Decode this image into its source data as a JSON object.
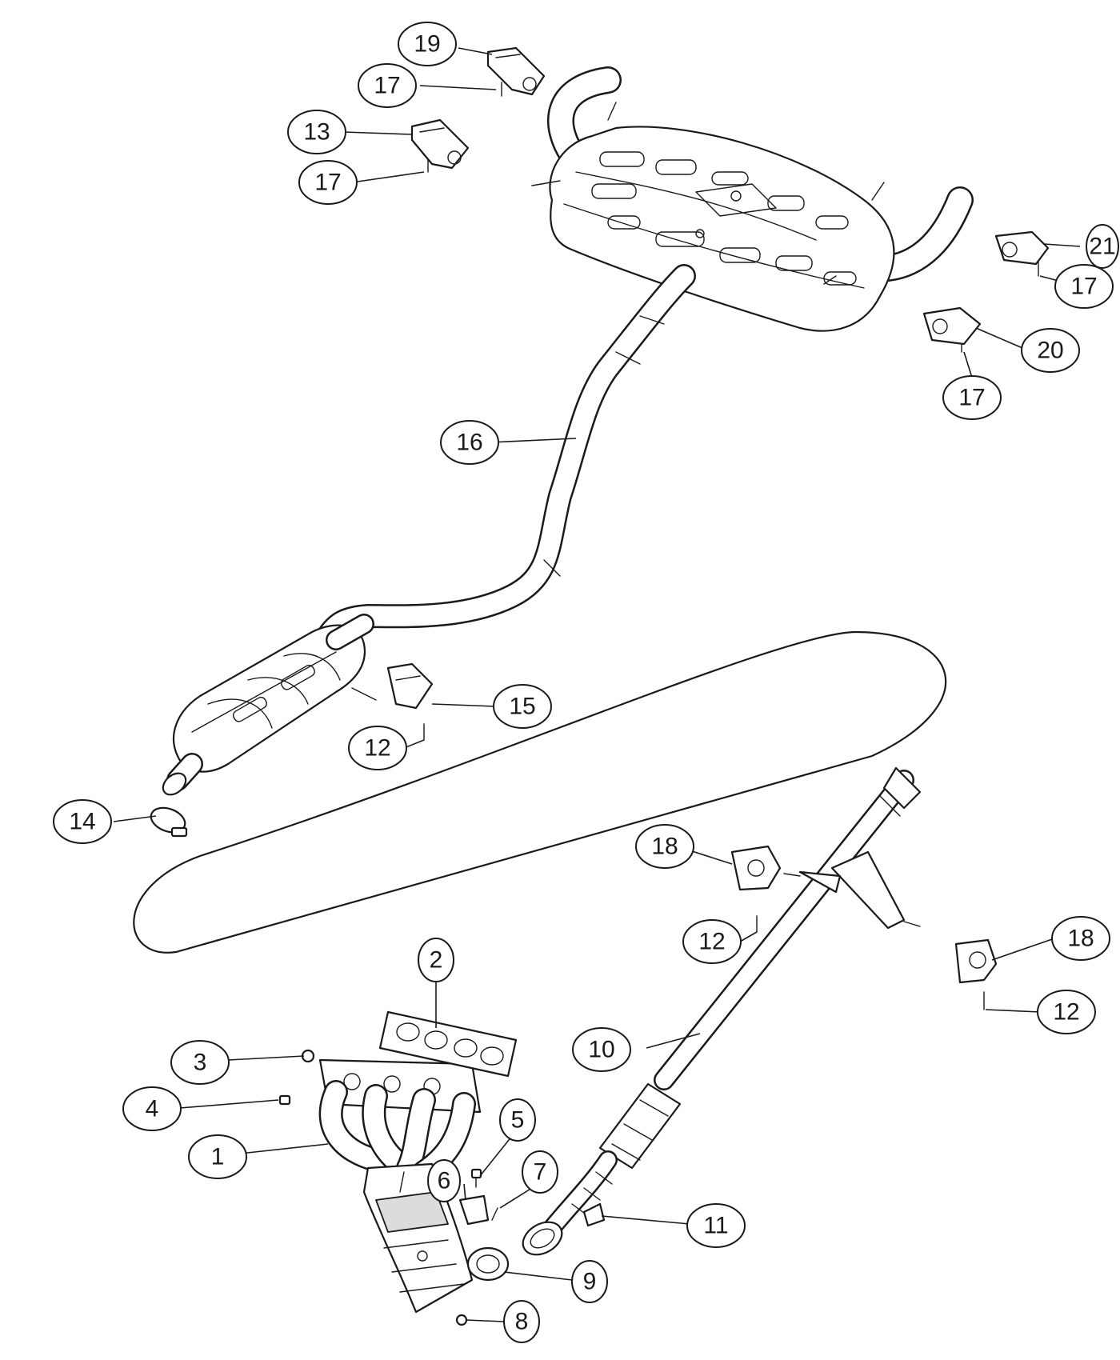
{
  "callouts": {
    "c1": "1",
    "c2": "2",
    "c3": "3",
    "c4": "4",
    "c5": "5",
    "c6": "6",
    "c7": "7",
    "c8": "8",
    "c9": "9",
    "c10": "10",
    "c11": "11",
    "c12a": "12",
    "c12b": "12",
    "c12c": "12",
    "c13": "13",
    "c14": "14",
    "c15": "15",
    "c16": "16",
    "c17a": "17",
    "c17b": "17",
    "c17c": "17",
    "c17d": "17",
    "c18a": "18",
    "c18b": "18",
    "c19": "19",
    "c20": "20",
    "c21": "21"
  }
}
